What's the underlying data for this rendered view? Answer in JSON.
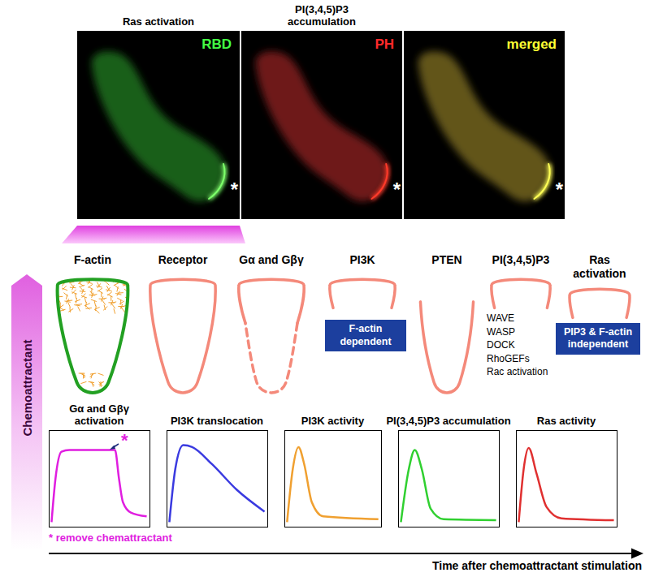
{
  "diagram": {
    "nodes": [
      {
        "text": [
          "Ras activation",
          "RBD",
          "*"
        ]
      },
      {
        "text": [
          "PI(3,4,5)P3 accumulation",
          "PH",
          "*"
        ]
      },
      {
        "text": [
          "merged",
          "*"
        ]
      },
      {
        "text": [
          "Chemoattractant"
        ]
      },
      {
        "text": [
          "F-actin"
        ]
      },
      {
        "text": [
          "Receptor"
        ]
      },
      {
        "text": [
          "Gα and Gβγ"
        ]
      },
      {
        "text": [
          "PI3K"
        ]
      },
      {
        "text": [
          "F-actin dependent"
        ],
        "in": 7
      },
      {
        "text": [
          "PTEN"
        ]
      },
      {
        "text": [
          "PI(3,4,5)P3",
          "WAVE",
          "WASP",
          "DOCK",
          "RhoGEFs",
          "Rac activation"
        ]
      },
      {
        "text": [
          "Ras activation"
        ]
      },
      {
        "text": [
          "PIP3 & F-actin independent"
        ],
        "in": 11
      },
      {
        "text": [
          "Gα and Gβγ activation",
          "*"
        ]
      },
      {
        "text": [
          "PI3K translocation"
        ]
      },
      {
        "text": [
          "PI3K activity"
        ]
      },
      {
        "text": [
          "PI(3,4,5)P3 accumulation"
        ]
      },
      {
        "text": [
          "Ras activity"
        ]
      }
    ],
    "labels": [
      "* remove chemattractant",
      "Time after chemoattractant stimulation"
    ]
  }
}
